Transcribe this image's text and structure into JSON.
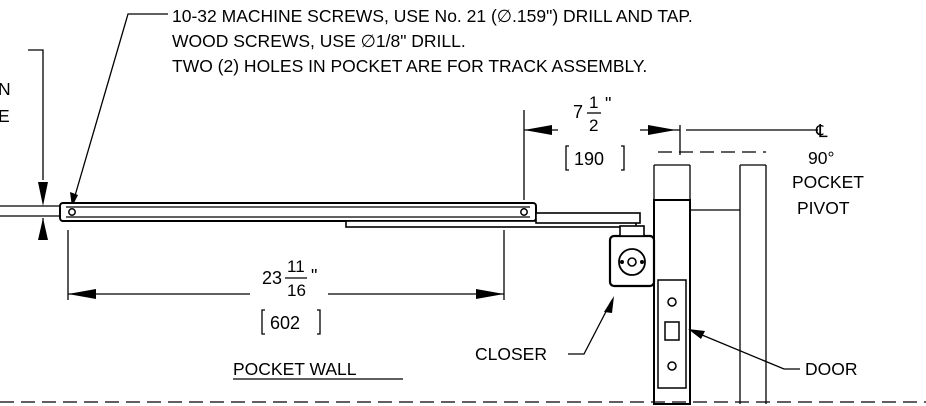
{
  "notes": {
    "line1": "10-32 MACHINE SCREWS, USE No. 21 (∅.159\") DRILL AND TAP.",
    "line2": "WOOD SCREWS, USE ∅1/8\" DRILL.",
    "line3": "TWO (2) HOLES IN POCKET ARE FOR TRACK ASSEMBLY."
  },
  "left_cutoff": {
    "line1": "N",
    "line2": "E"
  },
  "dim_offset": {
    "whole": "7",
    "num": "1",
    "den": "2",
    "unit": "\"",
    "metric": "190"
  },
  "dim_length": {
    "whole": "23",
    "num": "11",
    "den": "16",
    "unit": "\"",
    "metric": "602"
  },
  "pivot": {
    "centerline": "℄",
    "angle": "90°",
    "label1": "POCKET",
    "label2": "PIVOT"
  },
  "labels": {
    "closer": "CLOSER",
    "door": "DOOR",
    "pocket_wall": "POCKET WALL"
  },
  "colors": {
    "ink": "#000000",
    "paper": "#ffffff"
  }
}
